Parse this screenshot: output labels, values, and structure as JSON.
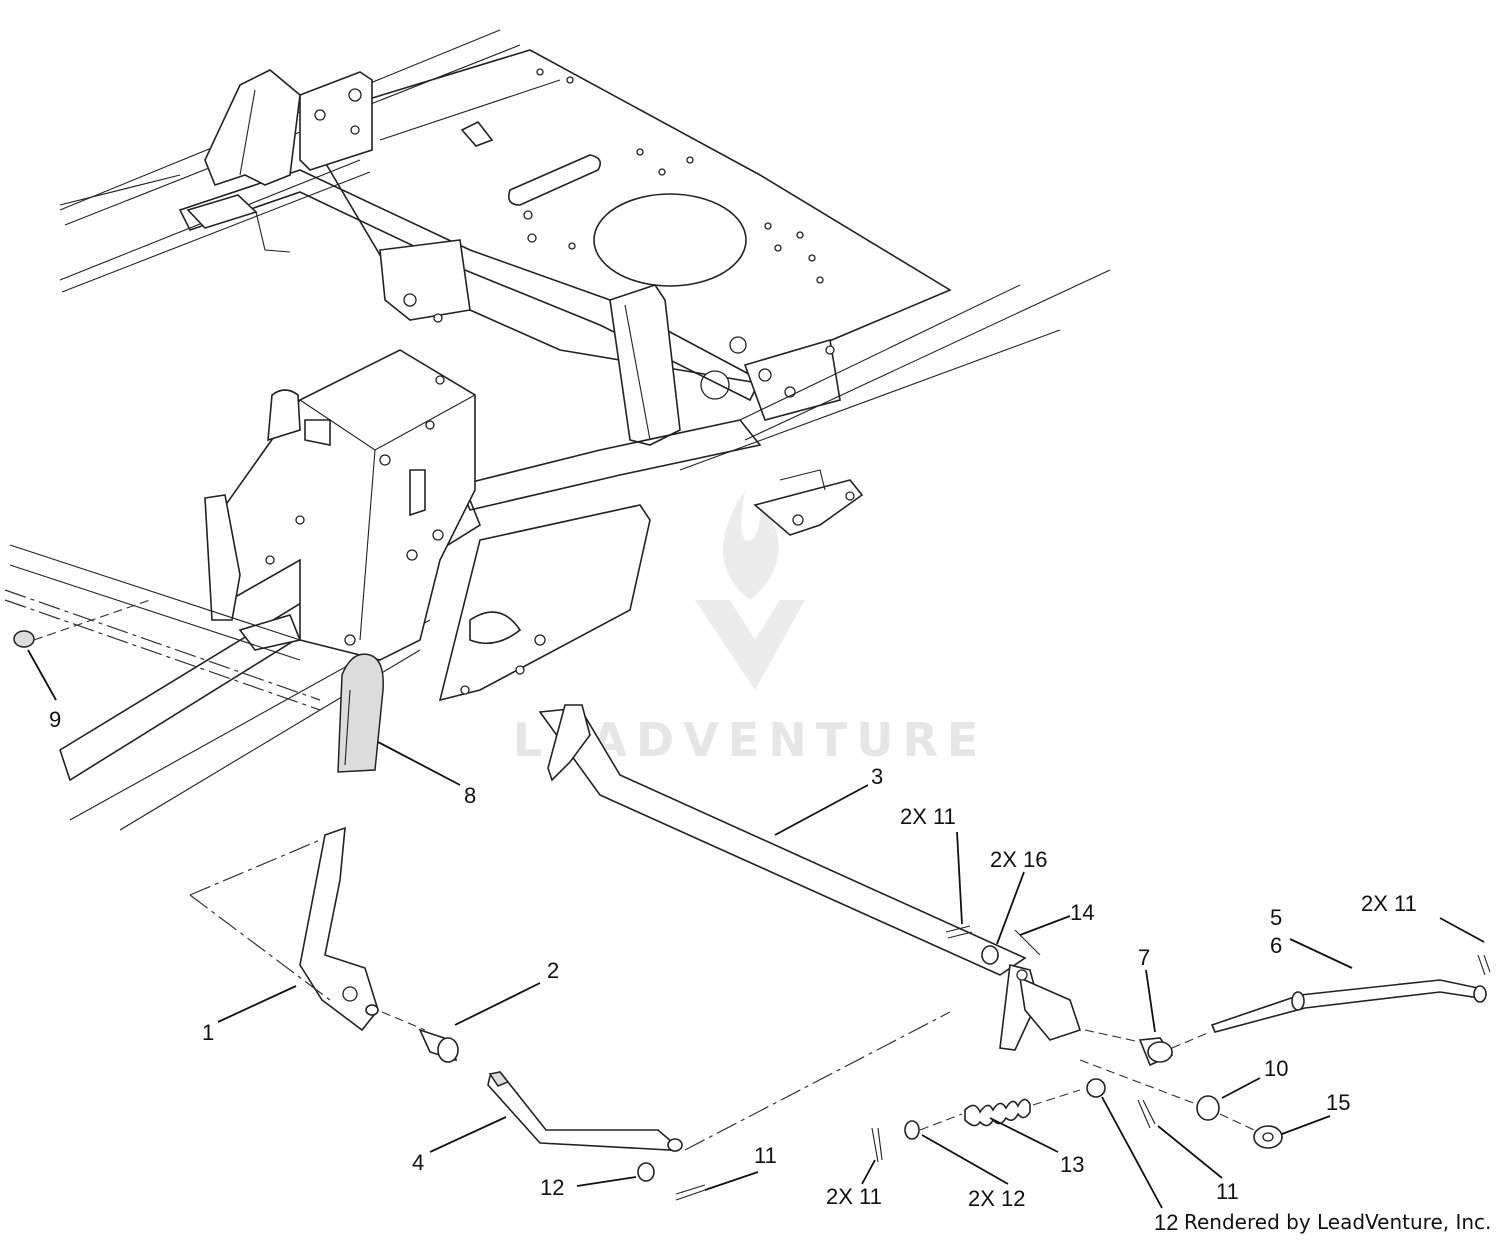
{
  "watermark": {
    "text": "LEADVENTURE"
  },
  "credit": "Rendered by LeadVenture, Inc.",
  "callouts": [
    {
      "id": "c1",
      "text": "1"
    },
    {
      "id": "c2",
      "text": "2"
    },
    {
      "id": "c3",
      "text": "3"
    },
    {
      "id": "c4",
      "text": "4"
    },
    {
      "id": "c5",
      "text": "5"
    },
    {
      "id": "c6",
      "text": "6"
    },
    {
      "id": "c7",
      "text": "7"
    },
    {
      "id": "c8",
      "text": "8"
    },
    {
      "id": "c9",
      "text": "9"
    },
    {
      "id": "c10",
      "text": "10"
    },
    {
      "id": "c11a",
      "text": "2X  11"
    },
    {
      "id": "c16",
      "text": "2X 16"
    },
    {
      "id": "c14",
      "text": "14"
    },
    {
      "id": "c11b",
      "text": "2X  11"
    },
    {
      "id": "c15",
      "text": "15"
    },
    {
      "id": "c13",
      "text": "13"
    },
    {
      "id": "c11c",
      "text": "11"
    },
    {
      "id": "c12a",
      "text": "12"
    },
    {
      "id": "c11d",
      "text": "11"
    },
    {
      "id": "c11e",
      "text": "2X 11"
    },
    {
      "id": "c12b",
      "text": "2X 12"
    },
    {
      "id": "c12c",
      "text": "12"
    }
  ]
}
